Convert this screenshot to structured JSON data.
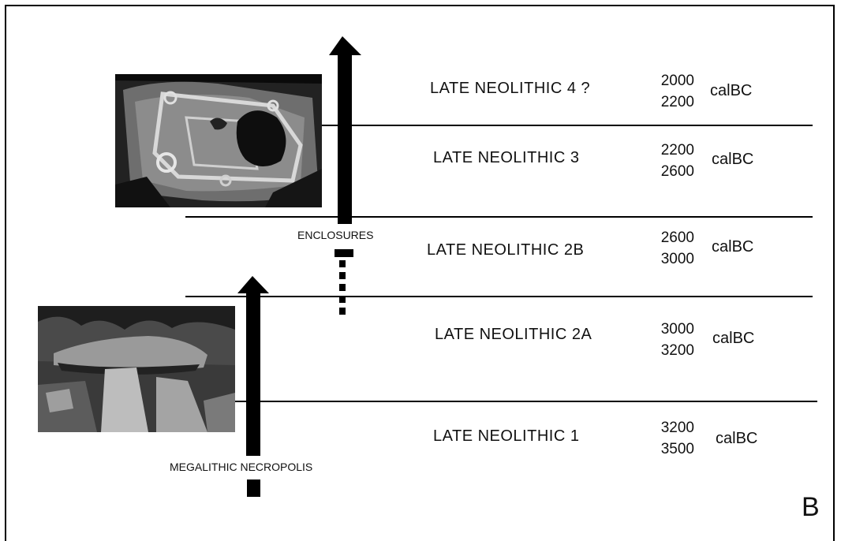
{
  "phases": [
    {
      "label": "LATE  NEOLITHIC 4 ?",
      "year_top": "2000",
      "year_bottom": "2200",
      "unit": "calBC"
    },
    {
      "label": "LATE  NEOLITHIC 3",
      "year_top": "2200",
      "year_bottom": "2600",
      "unit": "calBC"
    },
    {
      "label": "LATE  NEOLITHIC 2B",
      "year_top": "2600",
      "year_bottom": "3000",
      "unit": "calBC"
    },
    {
      "label": "LATE  NEOLITHIC 2A",
      "year_top": "3000",
      "year_bottom": "3200",
      "unit": "calBC"
    },
    {
      "label": "LATE  NEOLITHIC 1",
      "year_top": "3200",
      "year_bottom": "3500",
      "unit": "calBC"
    }
  ],
  "arrows": {
    "enclosures": "ENCLOSURES",
    "megalithic": "MEGALITHIC NECROPOLIS"
  },
  "panel_letter": "B"
}
